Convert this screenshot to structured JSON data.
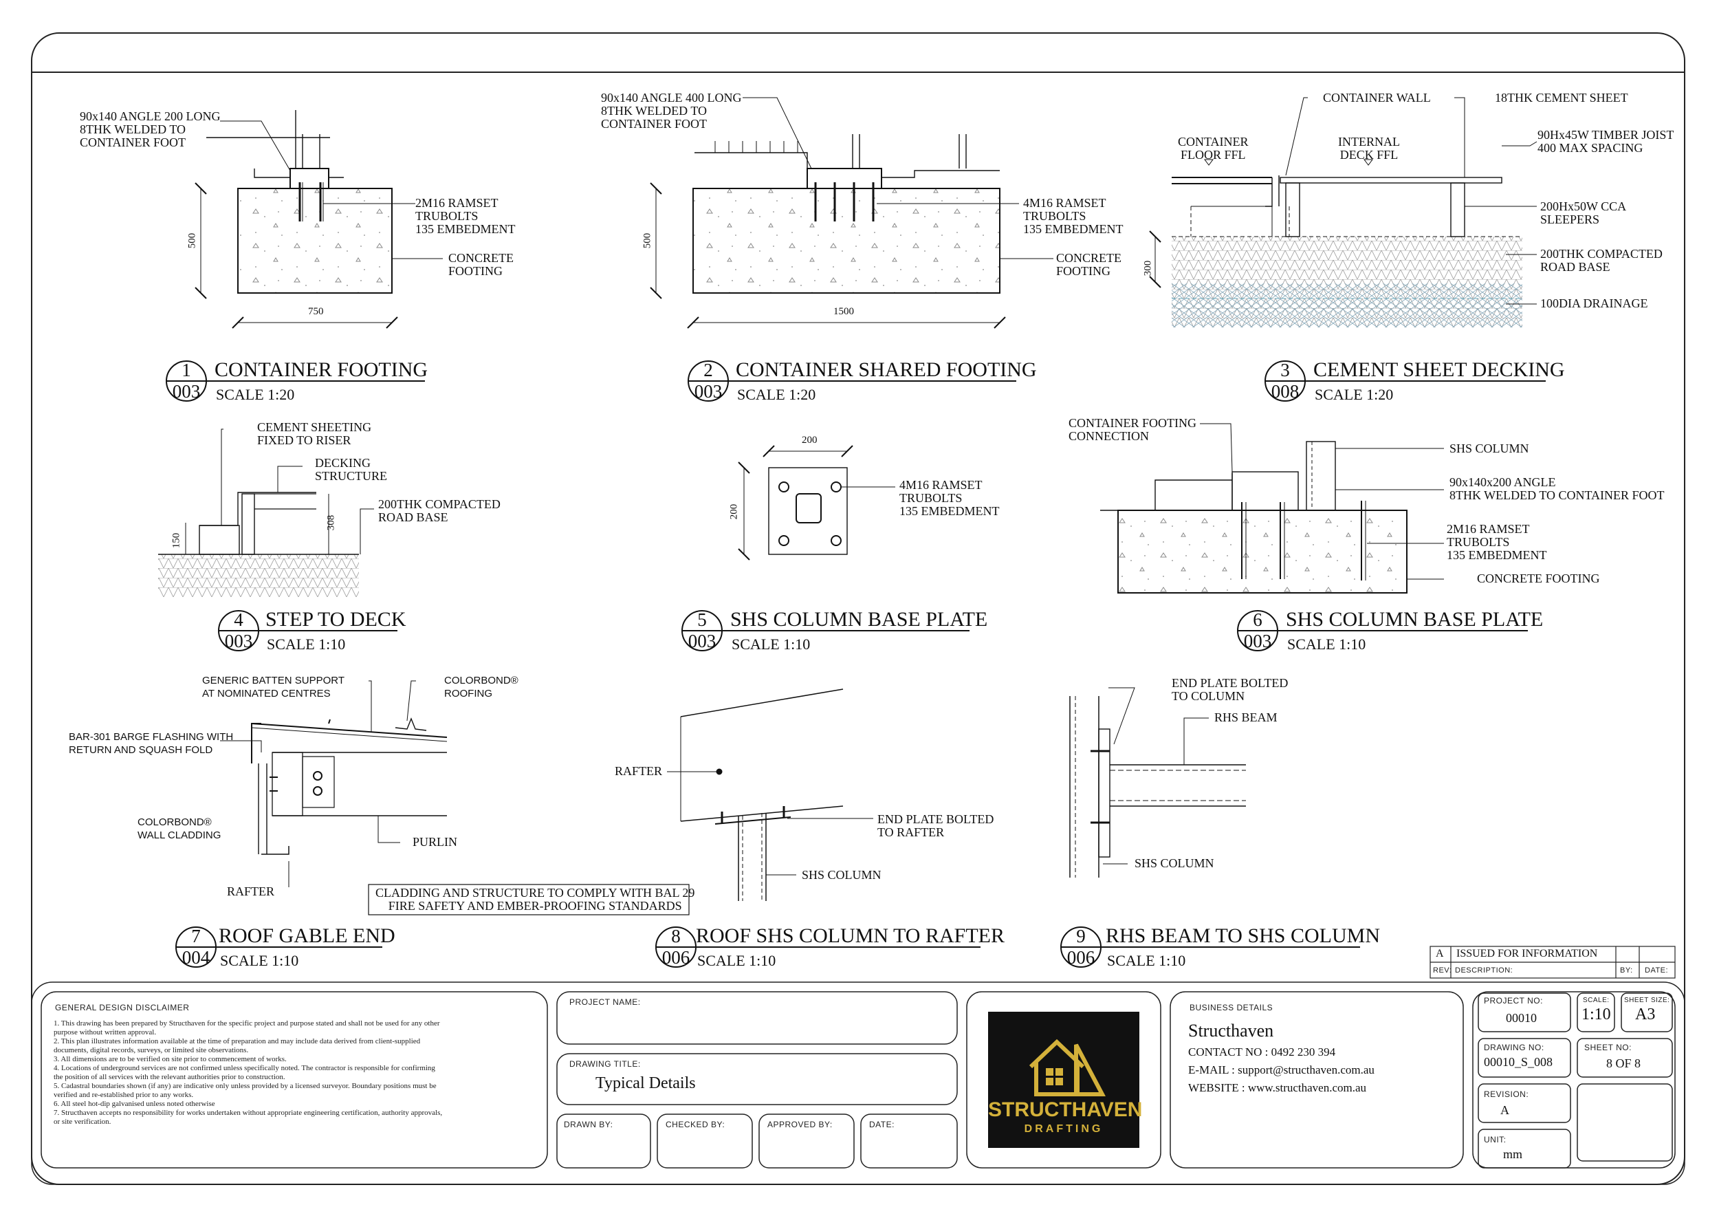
{
  "details": [
    {
      "number": "1",
      "sheet": "003",
      "title": "CONTAINER FOOTING",
      "scale": "SCALE 1:20"
    },
    {
      "number": "2",
      "sheet": "003",
      "title": "CONTAINER SHARED FOOTING",
      "scale": "SCALE 1:20"
    },
    {
      "number": "3",
      "sheet": "008",
      "title": "CEMENT SHEET DECKING",
      "scale": "SCALE 1:20"
    },
    {
      "number": "4",
      "sheet": "003",
      "title": "STEP TO DECK",
      "scale": "SCALE 1:10"
    },
    {
      "number": "5",
      "sheet": "003",
      "title": "SHS COLUMN BASE PLATE",
      "scale": "SCALE 1:10"
    },
    {
      "number": "6",
      "sheet": "003",
      "title": "SHS COLUMN BASE PLATE",
      "scale": "SCALE 1:10"
    },
    {
      "number": "7",
      "sheet": "004",
      "title": "ROOF GABLE END",
      "scale": "SCALE 1:10"
    },
    {
      "number": "8",
      "sheet": "006",
      "title": "ROOF SHS COLUMN TO RAFTER",
      "scale": "SCALE 1:10"
    },
    {
      "number": "9",
      "sheet": "006",
      "title": "RHS BEAM TO SHS COLUMN",
      "scale": "SCALE 1:10"
    }
  ],
  "annotations": {
    "d1_angle": "90x140 ANGLE 200 LONG\n8THK WELDED TO\nCONTAINER FOOT",
    "d1_bolts": "2M16 RAMSET\nTRUBOLTS\n135 EMBEDMENT",
    "d1_footing": "CONCRETE\nFOOTING",
    "d1_height": "500",
    "d1_width": "750",
    "d2_angle": "90x140 ANGLE 400 LONG\n8THK WELDED TO\nCONTAINER FOOT",
    "d2_bolts": "4M16 RAMSET\nTRUBOLTS\n135 EMBEDMENT",
    "d2_footing": "CONCRETE\nFOOTING",
    "d2_height": "500",
    "d2_width": "1500",
    "d3_wall": "CONTAINER WALL",
    "d3_sheet": "18THK CEMENT SHEET",
    "d3_floor": "CONTAINER\nFLOOR FFL",
    "d3_deck": "INTERNAL\nDECK FFL",
    "d3_joist": "90Hx45W TIMBER JOIST\n400 MAX SPACING",
    "d3_sleepers": "200Hx50W CCA\nSLEEPERS",
    "d3_base": "200THK COMPACTED\nROAD BASE",
    "d3_drain": "100DIA DRAINAGE",
    "d3_height": "300",
    "d4_sheeting": "CEMENT SHEETING\nFIXED TO RISER",
    "d4_structure": "DECKING\nSTRUCTURE",
    "d4_base": "200THK COMPACTED\nROAD BASE",
    "d4_h1": "150",
    "d4_h2": "308",
    "d5_bolts": "4M16 RAMSET\nTRUBOLTS\n135 EMBEDMENT",
    "d5_w": "200",
    "d5_h": "200",
    "d6_conn": "CONTAINER FOOTING\nCONNECTION",
    "d6_column": "SHS COLUMN",
    "d6_angle": "90x140x200 ANGLE\n8THK WELDED TO CONTAINER FOOT",
    "d6_bolts": "2M16 RAMSET\nTRUBOLTS\n135 EMBEDMENT",
    "d6_footing": "CONCRETE FOOTING",
    "d7_batten": "GENERIC BATTEN SUPPORT\nAT NOMINATED CENTRES",
    "d7_roofing": "COLORBOND®\nROOFING",
    "d7_flashing": "BAR-301 BARGE FLASHING WITH\nRETURN AND SQUASH FOLD",
    "d7_cladding": "COLORBOND®\nWALL CLADDING",
    "d7_purlin": "PURLIN",
    "d7_rafter": "RAFTER",
    "d7_note": "CLADDING AND STRUCTURE TO COMPLY WITH BAL 29\nFIRE SAFETY AND EMBER-PROOFING STANDARDS",
    "d8_rafter": "RAFTER",
    "d8_plate": "END PLATE BOLTED\nTO RAFTER",
    "d8_column": "SHS COLUMN",
    "d9_plate": "END PLATE BOLTED\nTO COLUMN",
    "d9_beam": "RHS BEAM",
    "d9_column": "SHS COLUMN"
  },
  "revision_table": {
    "rev": "A",
    "description": "ISSUED FOR INFORMATION",
    "h_rev": "REV:",
    "h_desc": "DESCRIPTION:",
    "h_by": "BY:",
    "h_date": "DATE:"
  },
  "disclaimer": {
    "heading": "GENERAL DESIGN DISCLAIMER",
    "lines": [
      "1.  This drawing has been prepared by Structhaven for the specific project and purpose stated and shall not be used for any other",
      "     purpose without written approval.",
      "2.  This plan illustrates information available at the time of preparation and may include data derived from client-supplied",
      "     documents, digital records, surveys, or limited site observations.",
      "3.  All dimensions are to be verified on site prior to commencement of works.",
      "4.  Locations of underground services are not confirmed unless specifically noted. The contractor is responsible for confirming",
      "     the position of all services with the relevant authorities prior to construction.",
      "5.  Cadastral boundaries shown (if any) are indicative only unless provided by a licensed surveyor. Boundary positions must be",
      "     verified and re-established prior to any works.",
      "6.  All steel hot-dip galvanised unless noted otherwise",
      "7.  Structhaven accepts no responsibility for works undertaken without appropriate engineering certification, authority approvals,",
      "     or site verification."
    ]
  },
  "title_block": {
    "project_name_label": "PROJECT NAME:",
    "drawing_title_label": "DRAWING TITLE:",
    "drawing_title": "Typical Details",
    "drawn_by_label": "DRAWN BY:",
    "checked_by_label": "CHECKED BY:",
    "approved_by_label": "APPROVED BY:",
    "date_label": "DATE:",
    "business_label": "BUSINESS DETAILS",
    "business_name": "Structhaven",
    "contact": "CONTACT NO : 0492 230 394",
    "email": "E-MAIL : support@structhaven.com.au",
    "website": "WEBSITE : www.structhaven.com.au",
    "logo_name": "STRUCTHAVEN",
    "logo_sub": "DRAFTING",
    "logo_color": "#d4b13a",
    "project_no_label": "PROJECT NO:",
    "project_no": "00010",
    "scale_label": "SCALE:",
    "scale": "1:10",
    "sheet_size_label": "SHEET SIZE:",
    "sheet_size": "A3",
    "drawing_no_label": "DRAWING NO:",
    "drawing_no": "00010_S_008",
    "sheet_no_label": "SHEET NO:",
    "sheet_no": "8 OF 8",
    "revision_label": "REVISION:",
    "revision": "A",
    "unit_label": "UNIT:",
    "unit": "mm"
  }
}
